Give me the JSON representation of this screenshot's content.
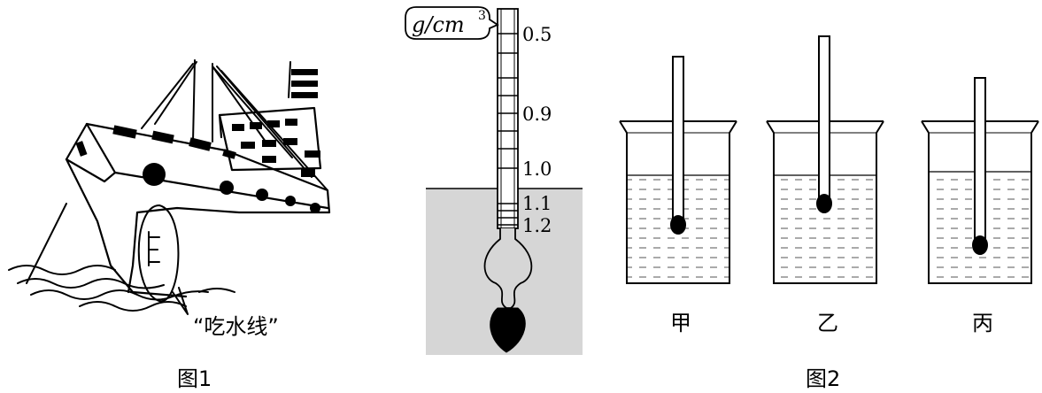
{
  "figure1": {
    "caption": "图1",
    "draft_mark_label": "“吃水线”"
  },
  "figure2": {
    "caption": "图2",
    "unit_label": "g/cm",
    "unit_superscript": "3",
    "scale_ticks": [
      "0.5",
      "0.9",
      "1.0",
      "1.1",
      "1.2"
    ],
    "beakers": [
      {
        "label": "甲"
      },
      {
        "label": "乙"
      },
      {
        "label": "丙"
      }
    ]
  }
}
